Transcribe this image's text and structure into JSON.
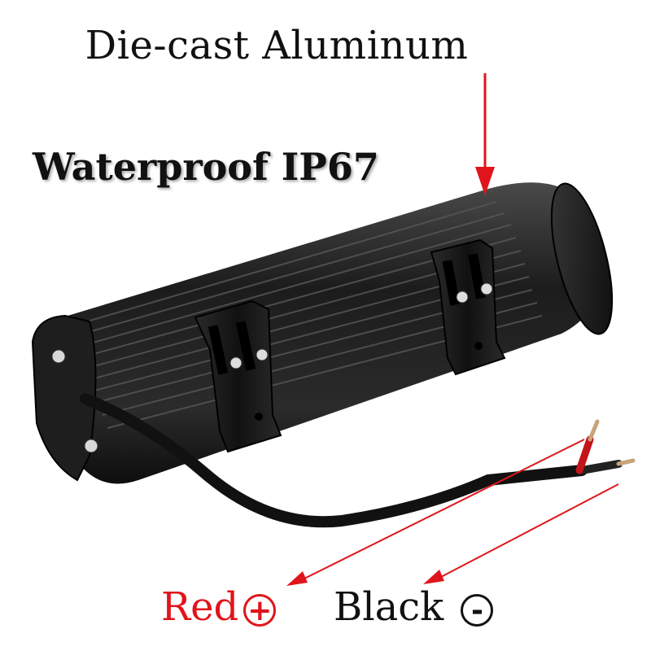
{
  "labels": {
    "material": "Die-cast Aluminum",
    "rating": "Waterproof IP67",
    "red_wire": "Red",
    "red_sign": "+",
    "black_wire": "Black",
    "black_sign": "-"
  },
  "colors": {
    "arrow": "#e0151b",
    "housing": "#1a1a1a",
    "red_text": "#e0151b",
    "black_text": "#111111"
  }
}
